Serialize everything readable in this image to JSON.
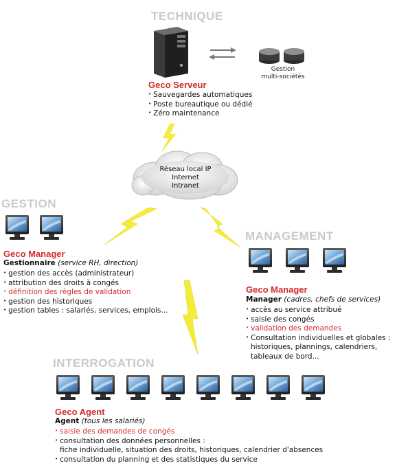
{
  "sections": {
    "technique": "TECHNIQUE",
    "gestion": "GESTION",
    "management": "MANAGEMENT",
    "interrogation": "INTERROGATION"
  },
  "server": {
    "title": "Geco Serveur",
    "features": [
      "Sauvegardes automatiques",
      "Poste bureautique ou dédié",
      "Zéro maintenance"
    ]
  },
  "multi_company": {
    "label_line1": "Gestion",
    "label_line2": "multi-sociétés"
  },
  "network": {
    "line1": "Réseau local IP",
    "line2": "Internet",
    "line3": "Intranet"
  },
  "gestion_block": {
    "title": "Geco Manager",
    "role_bold": "Gestionnaire",
    "role_italic": "(service RH, direction)",
    "features": [
      {
        "text": "gestion des accès (administrateur)",
        "red": false
      },
      {
        "text": "attribution des droits à congés",
        "red": false
      },
      {
        "text": "définition des règles de validation",
        "red": true
      },
      {
        "text": "gestion des historiques",
        "red": false
      },
      {
        "text": "gestion tables : salariés, services, emplois...",
        "red": false
      }
    ]
  },
  "management_block": {
    "title": "Geco Manager",
    "role_bold": "Manager",
    "role_italic": "(cadres, chefs de services)",
    "features": [
      {
        "text": "accès au service attribué",
        "red": false
      },
      {
        "text": "saisie des congés",
        "red": false
      },
      {
        "text": "validation des demandes",
        "red": true
      },
      {
        "text": "Consultation individuelles et globales :",
        "red": false
      },
      {
        "text": "historiques, plannings, calendriers,",
        "red": false,
        "cont": true
      },
      {
        "text": "tableaux de bord...",
        "red": false,
        "cont": true
      }
    ]
  },
  "agent_block": {
    "title": "Geco Agent",
    "role_bold": "Agent",
    "role_italic": "(tous les salariés)",
    "features": [
      {
        "text": "saisie des demandes de congés",
        "red": true
      },
      {
        "text": "consultation des données personnelles :",
        "red": false
      },
      {
        "text": "fiche individuelle, situation des droits, historiques, calendrier d'absences",
        "red": false,
        "cont": true
      },
      {
        "text": "consultation du planning et des statistiques du service",
        "red": false
      }
    ]
  },
  "colors": {
    "section_gray": "#c9c9c9",
    "product_red": "#d42a2a",
    "lightning": "#f4ec3a"
  },
  "icons": [
    "server-icon",
    "database-icon",
    "cloud-icon",
    "computer-monitor-icon",
    "lightning-bolt-icon",
    "sync-arrows-icon"
  ]
}
